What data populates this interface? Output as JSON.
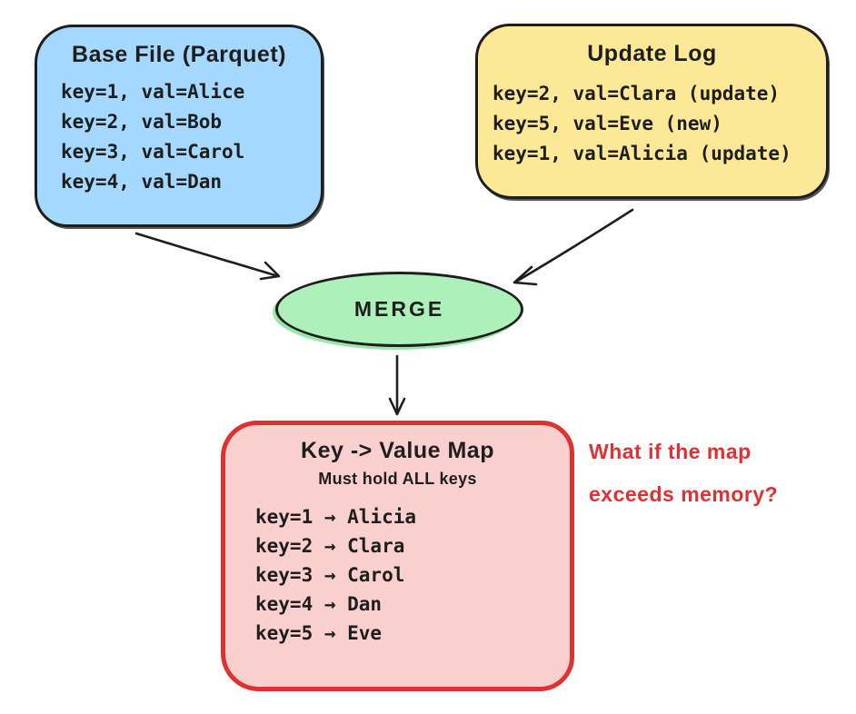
{
  "base_file": {
    "title": "Base File (Parquet)",
    "rows": [
      "key=1, val=Alice",
      "key=2, val=Bob",
      "key=3, val=Carol",
      "key=4, val=Dan"
    ]
  },
  "update_log": {
    "title": "Update Log",
    "rows": [
      "key=2, val=Clara (update)",
      "key=5, val=Eve (new)",
      "key=1, val=Alicia (update)"
    ]
  },
  "merge": {
    "label": "MERGE"
  },
  "key_value_map": {
    "title": "Key -> Value Map",
    "subtitle": "Must hold ALL keys",
    "rows": [
      "key=1 → Alicia",
      "key=2 → Clara",
      "key=3 → Carol",
      "key=4 → Dan",
      "key=5 → Eve"
    ]
  },
  "annotation": {
    "line1": "What if the map",
    "line2": "exceeds memory?"
  },
  "colors": {
    "base_file_fill": "#a5d8ff",
    "update_log_fill": "#fce897",
    "merge_fill": "#aef0ba",
    "map_fill": "#f9d0cd",
    "map_border": "#e03131",
    "annotation": "#e03131",
    "stroke": "#1e1e1e"
  }
}
